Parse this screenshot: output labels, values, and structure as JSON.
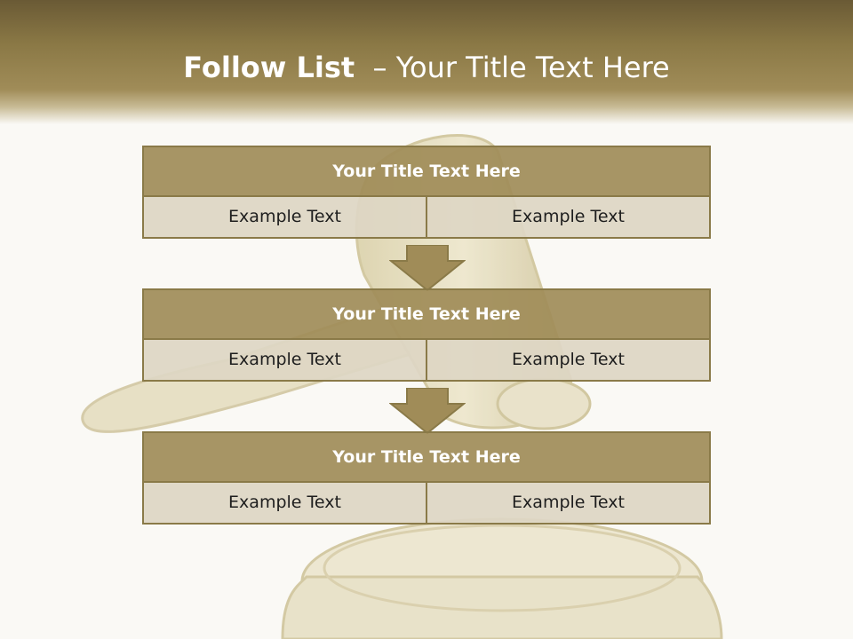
{
  "slide": {
    "title_bold": "Follow List",
    "title_rest": "– Your Title Text Here"
  },
  "blocks": [
    {
      "title": "Your Title Text Here",
      "cells": [
        "Example Text",
        "Example Text"
      ]
    },
    {
      "title": "Your Title Text Here",
      "cells": [
        "Example Text",
        "Example Text"
      ]
    },
    {
      "title": "Your Title Text Here",
      "cells": [
        "Example Text",
        "Example Text"
      ]
    }
  ],
  "colors": {
    "header_dark": "#6a5a35",
    "header_gold": "#a08c58",
    "block_title_bg": "#a08c58",
    "block_cell_bg": "#ded6c4",
    "border": "#8a7a48",
    "arrow_fill": "#a08c58"
  },
  "background_art": "gold-gavel-illustration",
  "icons": [
    "down-arrow-icon",
    "down-arrow-icon"
  ]
}
